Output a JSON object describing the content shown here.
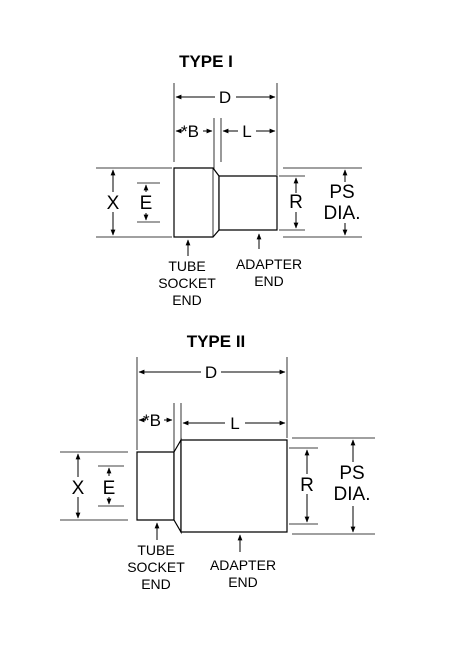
{
  "type1": {
    "title": "TYPE I",
    "d": "D",
    "b": "*B",
    "l": "L",
    "x": "X",
    "e": "E",
    "r": "R",
    "ps": "PS",
    "dia": "DIA.",
    "tube_end": [
      "TUBE",
      "SOCKET",
      "END"
    ],
    "adapter_end": [
      "ADAPTER",
      "END"
    ]
  },
  "type2": {
    "title": "TYPE II",
    "d": "D",
    "b": "*B",
    "l": "L",
    "x": "X",
    "e": "E",
    "r": "R",
    "ps": "PS",
    "dia": "DIA.",
    "tube_end": [
      "TUBE",
      "SOCKET",
      "END"
    ],
    "adapter_end": [
      "ADAPTER",
      "END"
    ]
  }
}
